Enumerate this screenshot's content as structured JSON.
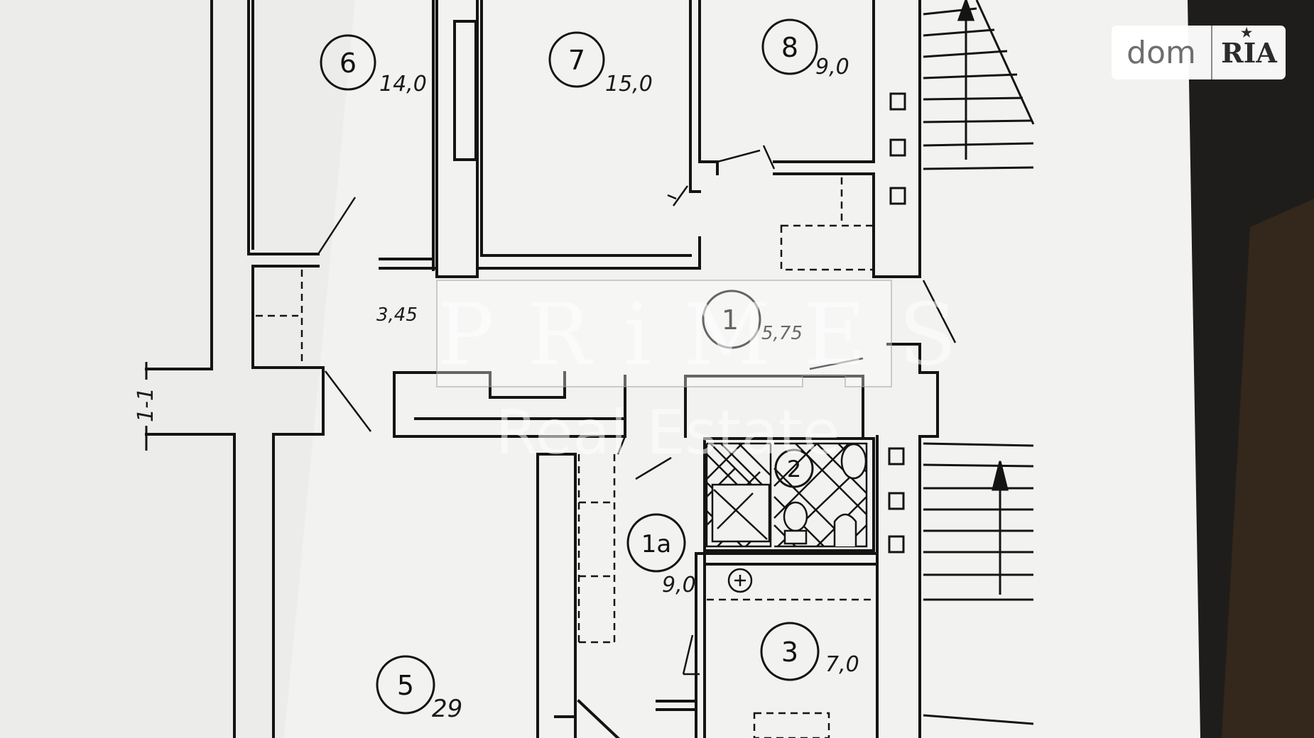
{
  "room_labels": [
    {
      "number": "6",
      "area": "14,0"
    },
    {
      "number": "7",
      "area": "15,0"
    },
    {
      "number": "8",
      "area": "9,0"
    },
    {
      "number": "1",
      "area": "5,75"
    },
    {
      "number": "2",
      "area": ""
    },
    {
      "number": "1a",
      "area": "9,0"
    },
    {
      "number": "3",
      "area": "7,0"
    },
    {
      "number": "5",
      "area": "29"
    }
  ],
  "dimension_label": "3,45",
  "section_label": "1-1",
  "watermark": {
    "logo_text": "PRiMES",
    "subtitle": "Real Estate"
  },
  "brand": {
    "left_text": "dom",
    "right_text": "RIA"
  },
  "colors": {
    "paper": "#f2f2f0",
    "ink": "#141414",
    "background": "#1e1d1b"
  }
}
